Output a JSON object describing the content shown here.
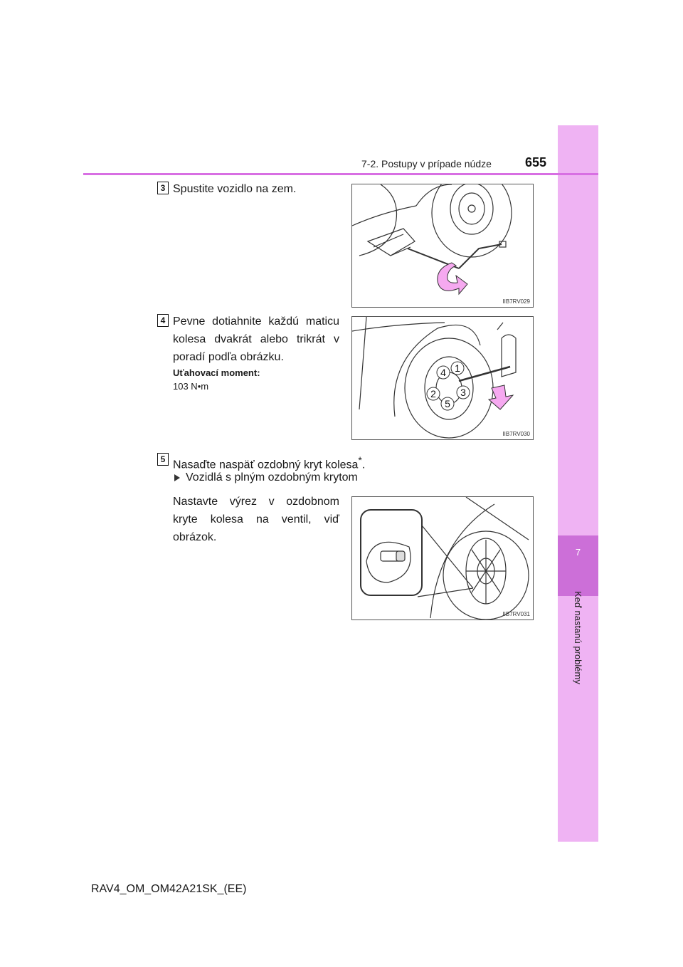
{
  "header": {
    "section_title": "7-2. Postupy v prípade núdze",
    "page_number": "655"
  },
  "side_tab": {
    "chapter_number": "7",
    "chapter_title": "Keď nastanú problémy"
  },
  "steps": [
    {
      "number": "3",
      "text": "Spustite vozidlo na zem.",
      "figure_code": "IIB7RV029"
    },
    {
      "number": "4",
      "text": "Pevne dotiahnite každú maticu kolesa dvakrát alebo trikrát v poradí podľa obrázku.",
      "figure_code": "IIB7RV030",
      "torque_label": "Uťahovací moment:",
      "torque_value": "103 N•m",
      "nut_order": [
        "1",
        "2",
        "3",
        "4",
        "5"
      ]
    },
    {
      "number": "5",
      "text": "Nasaďte naspäť ozdobný kryt kolesa",
      "footnote_mark": "*",
      "text_end": ".",
      "figure_code": "IIB7RV031",
      "bullet": "Vozidlá s plným ozdobným krytom",
      "instruction": "Nastavte výrez v ozdobnom kryte kolesa na ventil, viď obrázok."
    }
  ],
  "colors": {
    "accent": "#d86fe3",
    "side_tab": "#efb3f3",
    "side_tab_active": "#cc6fd8",
    "arrow_fill": "#f6a9f0"
  },
  "footer": {
    "document_id": "RAV4_OM_OM42A21SK_(EE)"
  }
}
